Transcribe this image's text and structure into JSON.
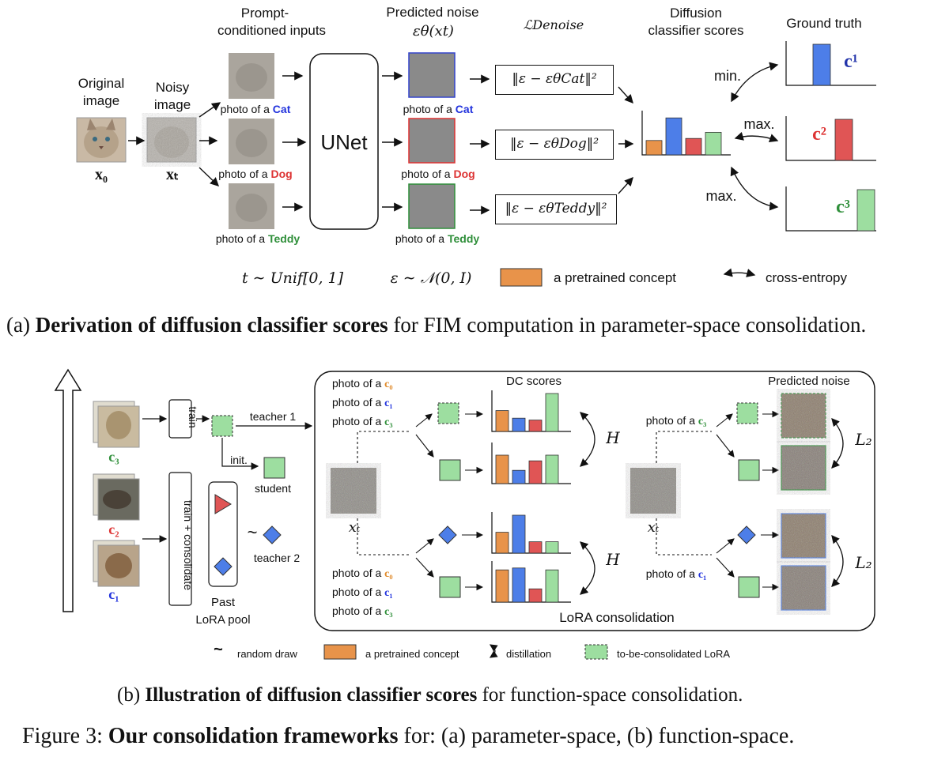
{
  "panel_a": {
    "col_prompt": "Prompt-\nconditioned inputs",
    "col_noise": "Predicted noise",
    "col_noise_math": "εθ(xt)",
    "col_loss_math": "ℒDenoise",
    "col_dc": "Diffusion\nclassifier scores",
    "col_gt": "Ground truth",
    "original_label": "Original\nimage",
    "noisy_label": "Noisy\nimage",
    "x0": "x₀",
    "xt": "xₜ",
    "unet": "UNet",
    "photo_prefix": "photo of a ",
    "classes": [
      "Cat",
      "Dog",
      "Teddy"
    ],
    "loss_terms": [
      "‖ε − εθCat‖²",
      "‖ε − εθDog‖²",
      "‖ε − εθTeddy‖²"
    ],
    "ops": [
      "min.",
      "max.",
      "max."
    ],
    "gt_labels": [
      "c¹",
      "c²",
      "c³"
    ],
    "t_dist": "t ∼ Unif[0, 1]",
    "eps_dist": "ε ∼ 𝒩(0, I)",
    "legend_pretrained": "a pretrained concept",
    "legend_ce": "cross-entropy",
    "caption_prefix": "(a) ",
    "caption_bold": "Derivation of diffusion classifier scores",
    "caption_rest": " for FIM computation in parameter-space consolidation."
  },
  "panel_b": {
    "train": "train",
    "train_consolidate": "train + consolidate",
    "teacher1": "teacher 1",
    "teacher2": "teacher 2",
    "init": "init.",
    "student": "student",
    "past_pool": "Past\nLoRA pool",
    "c_labels": [
      "c₃",
      "c₂",
      "c₁"
    ],
    "dc_scores": "DC scores",
    "predicted_noise": "Predicted noise",
    "photo_prefix": "photo of a ",
    "prompt_list": [
      "c₀",
      "c₁",
      "c₃"
    ],
    "xt": "xₜ",
    "H": "H",
    "L2": "L₂",
    "lora_consolidation": "LoRA consolidation",
    "legend_random": "random draw",
    "legend_pretrained": "a pretrained concept",
    "legend_distill": "distillation",
    "legend_lora": "to-be-consolidated LoRA",
    "caption_prefix": "(b) ",
    "caption_bold": "Illustration of diffusion classifier scores",
    "caption_rest": " for function-space consolidation."
  },
  "figure_caption": {
    "prefix": "Figure 3: ",
    "bold": "Our consolidation frameworks",
    "rest": " for: (a) parameter-space, (b) function-space."
  },
  "colors": {
    "orange": "#e8934a",
    "blue": "#4d7ee8",
    "red": "#e05555",
    "green": "#9ddea0",
    "cat": "#2233dd",
    "dog": "#dd3333",
    "teddy": "#2f8f3a"
  },
  "chart_data": [
    {
      "type": "bar",
      "name_ref": "diffusion classifier scores (a)",
      "values": [
        0.35,
        0.9,
        0.4,
        0.55
      ],
      "colors": [
        "orange",
        "blue",
        "red",
        "green"
      ]
    },
    {
      "type": "bar",
      "name_ref": "ground truth c1",
      "values": [
        0,
        1,
        0,
        0
      ]
    },
    {
      "type": "bar",
      "name_ref": "ground truth c2",
      "values": [
        0,
        0,
        1,
        0
      ]
    },
    {
      "type": "bar",
      "name_ref": "ground truth c3",
      "values": [
        0,
        0,
        0,
        1
      ]
    },
    {
      "type": "bar",
      "name_ref": "DC scores teacher c3",
      "values": [
        0.55,
        0.35,
        0.3,
        1.0
      ]
    },
    {
      "type": "bar",
      "name_ref": "DC scores student c3",
      "values": [
        0.75,
        0.35,
        0.6,
        0.75
      ]
    },
    {
      "type": "bar",
      "name_ref": "DC scores teacher c1",
      "values": [
        0.55,
        1.0,
        0.3,
        0.3
      ]
    },
    {
      "type": "bar",
      "name_ref": "DC scores student c1",
      "values": [
        0.85,
        0.9,
        0.35,
        0.85
      ]
    }
  ]
}
